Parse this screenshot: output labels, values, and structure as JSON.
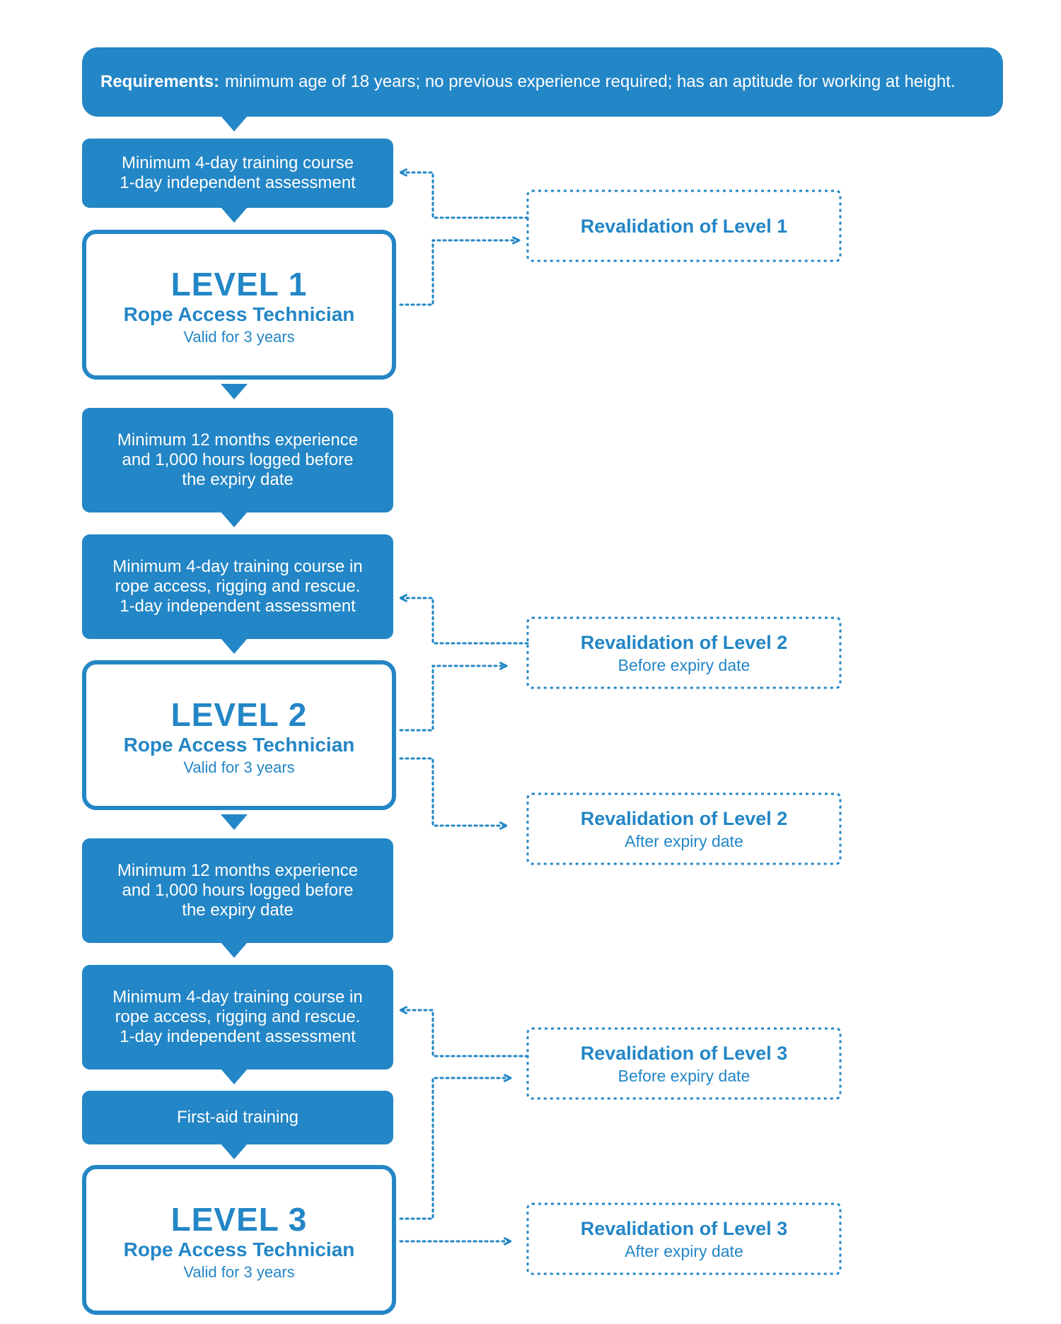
{
  "requirements": {
    "label": "Requirements:",
    "text": "minimum age of 18 years; no previous experience required; has an aptitude for working at height."
  },
  "steps": {
    "l1_training": [
      "Minimum 4-day training course",
      "1-day independent assessment"
    ],
    "l2_experience": [
      "Minimum 12 months experience",
      "and 1,000 hours logged before",
      "the expiry date"
    ],
    "l2_training": [
      "Minimum 4-day training course in",
      "rope access, rigging and rescue.",
      "1-day independent assessment"
    ],
    "l3_experience": [
      "Minimum 12 months experience",
      "and 1,000 hours logged before",
      "the expiry date"
    ],
    "l3_training": [
      "Minimum 4-day training course in",
      "rope access, rigging and rescue.",
      "1-day independent assessment"
    ],
    "first_aid": "First-aid training"
  },
  "levels": [
    {
      "title": "LEVEL 1",
      "subtitle": "Rope Access Technician",
      "validity": "Valid for 3 years"
    },
    {
      "title": "LEVEL 2",
      "subtitle": "Rope Access Technician",
      "validity": "Valid for 3 years"
    },
    {
      "title": "LEVEL 3",
      "subtitle": "Rope Access Technician",
      "validity": "Valid for 3 years"
    }
  ],
  "revalidations": {
    "l1": {
      "title": "Revalidation of Level 1",
      "note": ""
    },
    "l2_before": {
      "title": "Revalidation of Level 2",
      "note": "Before expiry date"
    },
    "l2_after": {
      "title": "Revalidation of Level 2",
      "note": "After expiry date"
    },
    "l3_before": {
      "title": "Revalidation of Level 3",
      "note": "Before expiry date"
    },
    "l3_after": {
      "title": "Revalidation of Level 3",
      "note": "After expiry date"
    }
  },
  "colors": {
    "primary": "#2386c6",
    "background": "#ffffff",
    "text_on_primary": "#ffffff"
  }
}
